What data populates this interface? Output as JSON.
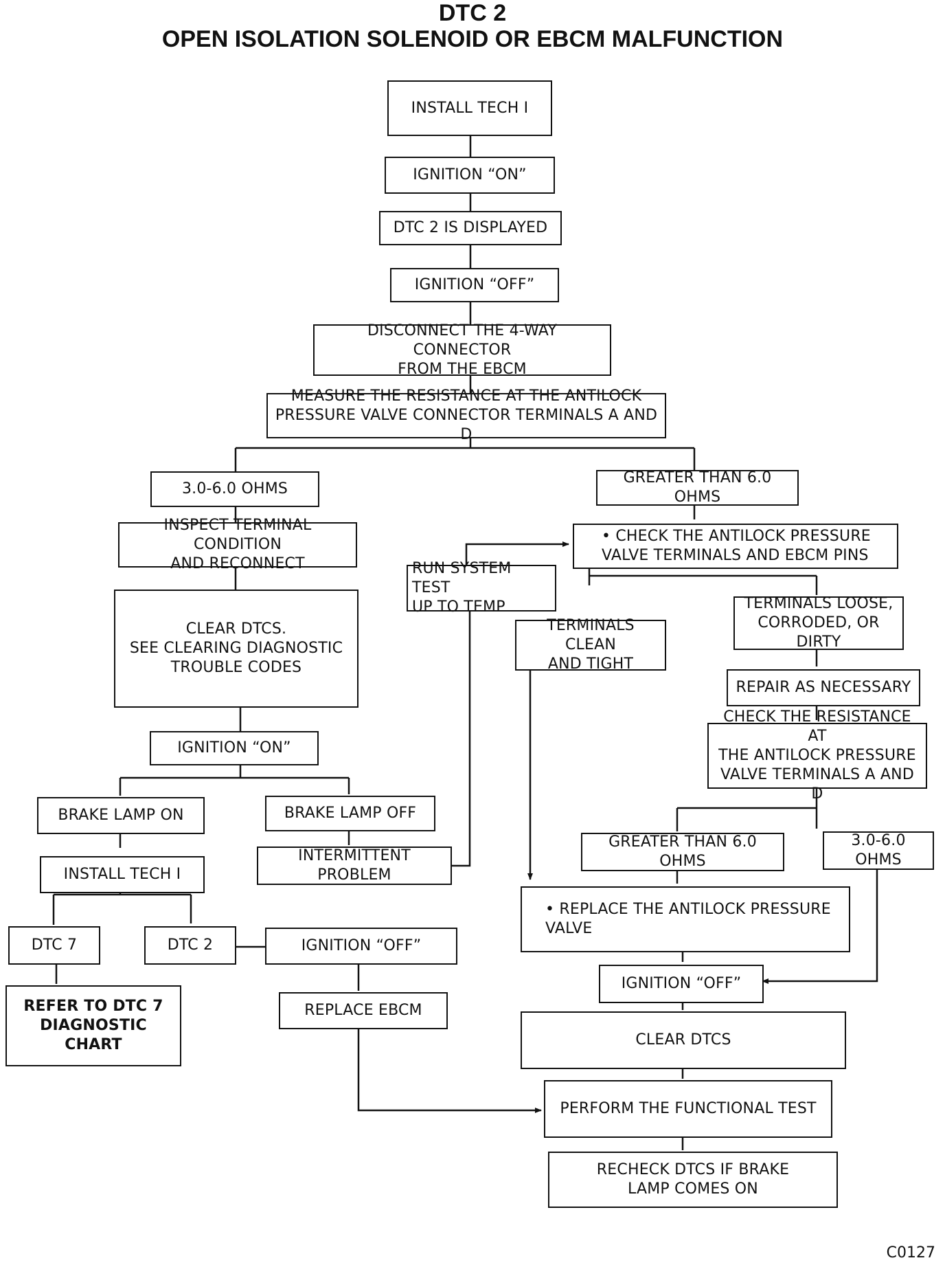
{
  "title": {
    "line1": "DTC 2",
    "line2": "OPEN ISOLATION SOLENOID OR EBCM MALFUNCTION"
  },
  "nodes": {
    "install_tech_1": "INSTALL TECH I",
    "ignition_on_1": "IGNITION “ON”",
    "dtc2_displayed": "DTC 2 IS DISPLAYED",
    "ignition_off_1": "IGNITION “OFF”",
    "disconnect": "DISCONNECT THE 4-WAY CONNECTOR\nFROM THE EBCM",
    "measure": "MEASURE THE RESISTANCE AT THE ANTILOCK\nPRESSURE VALVE CONNECTOR TERMINALS A AND D",
    "ohms_ok_1": "3.0-6.0 OHMS",
    "ohms_high_1": "GREATER THAN 6.0 OHMS",
    "inspect": "INSPECT TERMINAL CONDITION\nAND RECONNECT",
    "check_terminals": "• CHECK THE ANTILOCK PRESSURE\n   VALVE TERMINALS AND EBCM PINS",
    "run_system_test": "RUN SYSTEM TEST\nUP TO TEMP",
    "clear_dtcs_see": "CLEAR DTCS.\nSEE  CLEARING DIAGNOSTIC\nTROUBLE CODES",
    "terminals_clean": "TERMINALS CLEAN\nAND TIGHT",
    "terminals_loose": "TERMINALS LOOSE,\nCORRODED, OR DIRTY",
    "repair": "REPAIR AS NECESSARY",
    "check_resistance": "CHECK THE RESISTANCE AT\nTHE ANTILOCK PRESSURE\nVALVE TERMINALS A AND D",
    "ignition_on_2": "IGNITION “ON”",
    "brake_lamp_on": "BRAKE LAMP ON",
    "brake_lamp_off": "BRAKE LAMP OFF",
    "intermittent": "INTERMITTENT PROBLEM",
    "install_tech_2": "INSTALL TECH I",
    "ohms_high_2": "GREATER THAN 6.0 OHMS",
    "ohms_ok_2": "3.0-6.0 OHMS",
    "replace_valve": "• REPLACE THE ANTILOCK PRESSURE\n   VALVE",
    "dtc7": "DTC 7",
    "dtc2": "DTC 2",
    "ignition_off_2": "IGNITION “OFF”",
    "ignition_off_3": "IGNITION “OFF”",
    "refer_dtc7": "REFER TO DTC 7\nDIAGNOSTIC CHART",
    "replace_ebcm": "REPLACE EBCM",
    "clear_dtcs": "CLEAR DTCS",
    "functional_test": "PERFORM THE FUNCTIONAL TEST",
    "recheck": "RECHECK DTCS IF BRAKE\nLAMP COMES ON"
  },
  "figure_code": "C0127"
}
